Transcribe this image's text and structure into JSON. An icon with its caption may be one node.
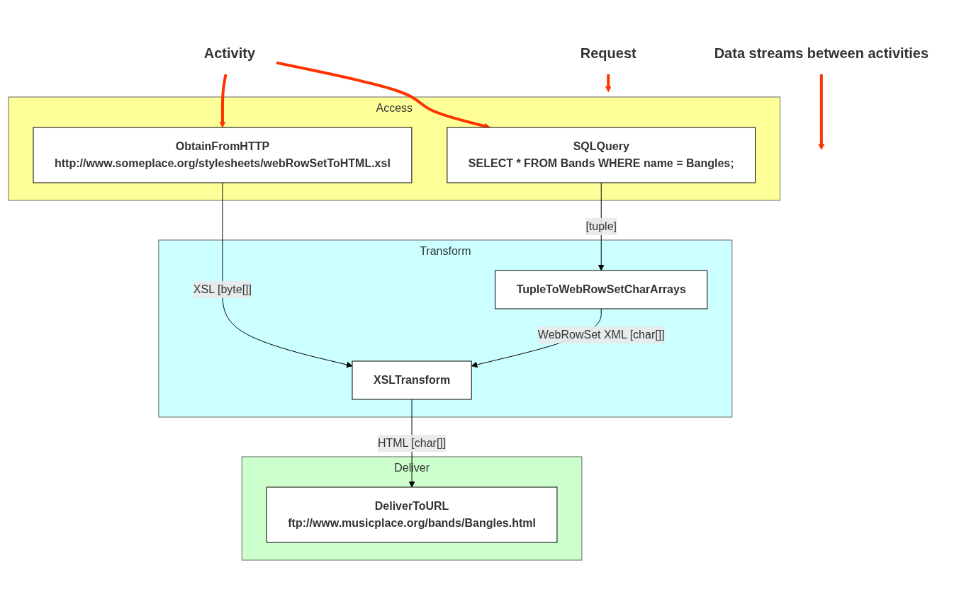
{
  "diagram": {
    "nodes": [
      {
        "text": [
          "Request"
        ]
      },
      {
        "text": [
          "Activity"
        ]
      },
      {
        "text": [
          "Access"
        ]
      },
      {
        "text": [
          "SQLQuery",
          "SELECT * FROM Bands WHERE name = Bangles;"
        ],
        "in": 2
      },
      {
        "text": [
          "ObtainFromHTTP",
          "http://www.someplace.org/stylesheets/webRowSetToHTML.xsl"
        ],
        "in": 2
      },
      {
        "text": [
          "Transform"
        ]
      },
      {
        "text": [
          "TupleToWebRowSetCharArrays"
        ],
        "in": 5
      },
      {
        "text": [
          "XSLTransform"
        ],
        "in": 5
      },
      {
        "text": [
          "Data streams between activities"
        ]
      },
      {
        "text": [
          "Deliver"
        ]
      },
      {
        "text": [
          "DeliverToURL",
          "ftp://www.musicplace.org/bands/Bangles.html"
        ],
        "in": 9
      }
    ],
    "edges": [
      {
        "from": 0,
        "to": 2,
        "arrow": "to",
        "style": "thick",
        "color": "#ff3300"
      },
      {
        "from": 1,
        "to": 3,
        "arrow": "to",
        "style": "thick",
        "color": "#ff3300"
      },
      {
        "from": 1,
        "to": 4,
        "arrow": "to",
        "style": "thick",
        "color": "#ff3300"
      },
      {
        "from": 3,
        "to": 6,
        "label": "[tuple]",
        "arrow": "to",
        "color": "#000000"
      },
      {
        "from": 4,
        "to": 7,
        "label": "XSL [byte[]]",
        "arrow": "to",
        "color": "#000000"
      },
      {
        "from": 6,
        "to": 7,
        "label": "WebRowSet XML [char[]]",
        "arrow": "to",
        "color": "#000000"
      },
      {
        "from": 8,
        "to": null,
        "arrow": "to",
        "style": "thick",
        "color": "#ff3300"
      },
      {
        "from": 7,
        "to": 10,
        "label": "HTML [char[]]",
        "arrow": "to",
        "color": "#000000"
      }
    ]
  }
}
